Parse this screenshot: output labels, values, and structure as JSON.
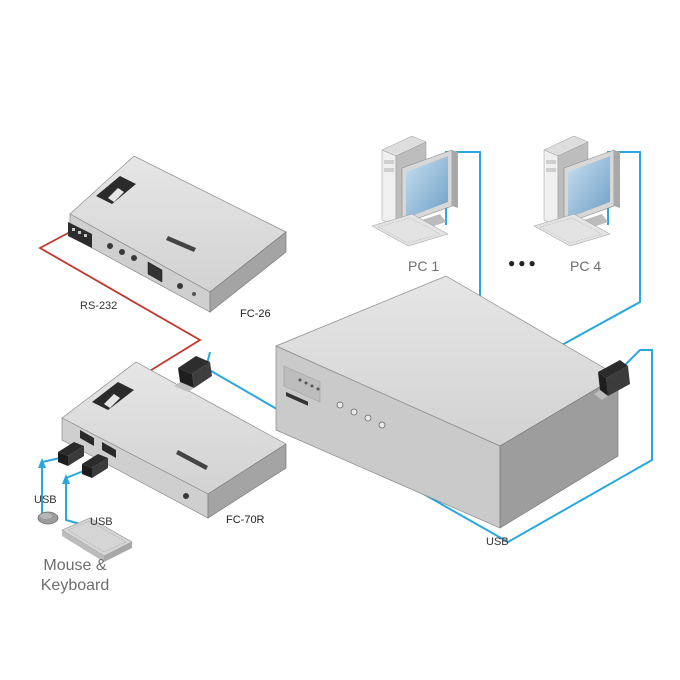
{
  "labels": {
    "pc1": "PC 1",
    "pc4": "PC 4",
    "ellipsis": "●●●",
    "fc26": "FC-26",
    "fc70r": "FC-70R",
    "rs232": "RS-232",
    "usb_main": "USB",
    "usb_mouse": "USB",
    "usb_keyboard": "USB",
    "mouse_keyboard_line1": "Mouse &",
    "mouse_keyboard_line2": "Keyboard"
  },
  "colors": {
    "usb_cable": "#29a8dc",
    "rs232_cable": "#c0392b",
    "device_top": "#dcdcdc",
    "device_front": "#c8c8c8",
    "device_side": "#9a9a9a",
    "monitor_screen": "#8fb8d8"
  }
}
